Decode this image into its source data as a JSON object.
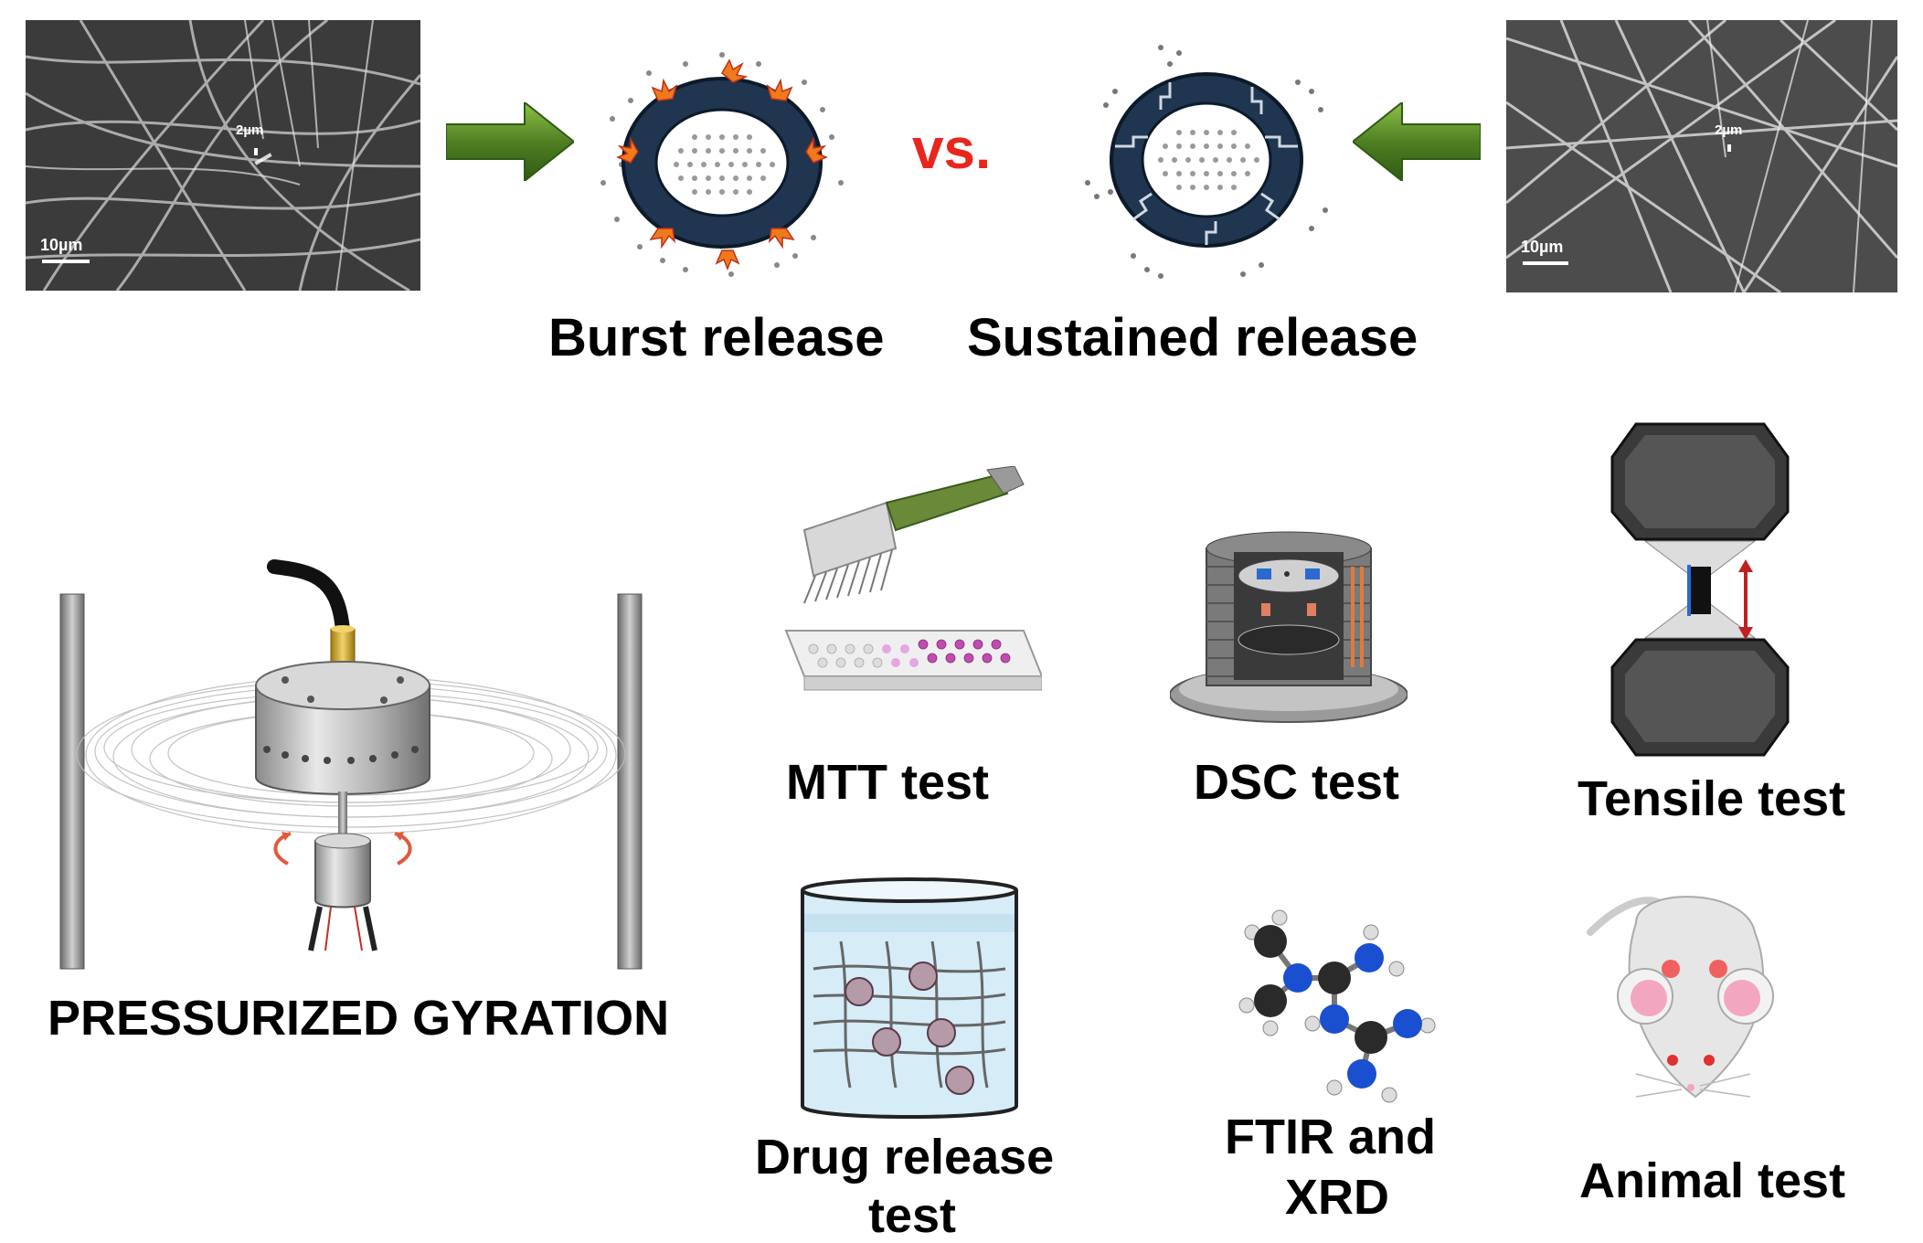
{
  "sem_left": {
    "scale_main": "10µm",
    "scale_inset": "2µm"
  },
  "sem_right": {
    "scale_main": "10µm",
    "scale_inset": "2µm"
  },
  "vs_label": "vs.",
  "release": {
    "burst": "Burst release",
    "sustained": "Sustained release"
  },
  "process": {
    "label": "PRESSURIZED GYRATION"
  },
  "tests": {
    "mtt": "MTT test",
    "dsc": "DSC test",
    "tensile": "Tensile test",
    "drug_release_line1": "Drug release",
    "drug_release_line2": "test",
    "ftir_line1": "FTIR and",
    "ftir_line2": "XRD",
    "animal": "Animal test"
  },
  "colors": {
    "arrow_green": "#5a8a2a",
    "ring_navy": "#1f3550",
    "burst_orange": "#f07a1a",
    "vs_red": "#e8261c"
  }
}
